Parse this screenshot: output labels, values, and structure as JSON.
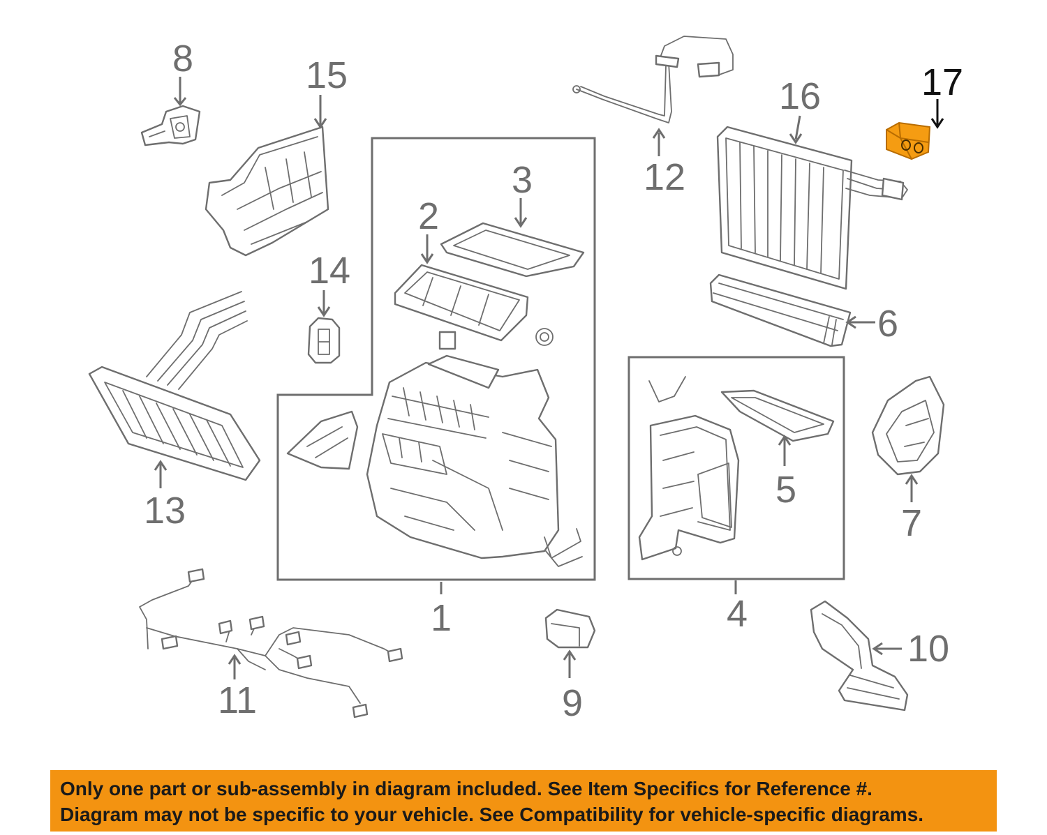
{
  "diagram": {
    "callouts": [
      {
        "id": "1",
        "text": "1"
      },
      {
        "id": "2",
        "text": "2"
      },
      {
        "id": "3",
        "text": "3"
      },
      {
        "id": "4",
        "text": "4"
      },
      {
        "id": "5",
        "text": "5"
      },
      {
        "id": "6",
        "text": "6"
      },
      {
        "id": "7",
        "text": "7"
      },
      {
        "id": "8",
        "text": "8"
      },
      {
        "id": "9",
        "text": "9"
      },
      {
        "id": "10",
        "text": "10"
      },
      {
        "id": "11",
        "text": "11"
      },
      {
        "id": "12",
        "text": "12"
      },
      {
        "id": "13",
        "text": "13"
      },
      {
        "id": "14",
        "text": "14"
      },
      {
        "id": "15",
        "text": "15"
      },
      {
        "id": "16",
        "text": "16"
      },
      {
        "id": "17",
        "text": "17"
      }
    ],
    "highlighted_part": "17",
    "colors": {
      "highlight": "#f59c12",
      "linework": "#6e6e6e",
      "banner": "#f39311"
    }
  },
  "disclaimer": {
    "line1": "Only one part or sub-assembly in diagram included. See Item Specifics for Reference #.",
    "line2": "Diagram may not be specific to your vehicle. See Compatibility for vehicle-specific diagrams."
  }
}
